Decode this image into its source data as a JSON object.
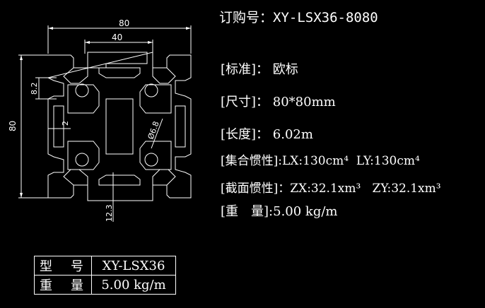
{
  "title": {
    "label": "订购号：",
    "code": "XY-LSX36-8080"
  },
  "specs": {
    "standard": {
      "label": "标准",
      "value": "欧标"
    },
    "size": {
      "label": "尺寸",
      "value": "80*80mm"
    },
    "length": {
      "label": "长度",
      "value": "6.02m"
    },
    "inertia": {
      "label": "集合惯性",
      "lx": "LX:130cm⁴",
      "ly": "LY:130cm⁴"
    },
    "section": {
      "label": "截面惯性",
      "zx": "ZX:32.1xm³",
      "zy": "ZY:32.1xm³"
    },
    "weight": {
      "label": "重　量",
      "value": "5.00 kg/m"
    }
  },
  "dimensions": {
    "width": "80",
    "slot_width": "40",
    "height": "80",
    "slot_depth": "8.2",
    "wall": "2",
    "hole": "Ø6.8",
    "slot_offset": "12.3"
  },
  "info_table": {
    "model_label": "型　号",
    "model_value": "XY-LSX36",
    "weight_label": "重　量",
    "weight_value": "5.00 kg/m"
  },
  "colors": {
    "background": "#000000",
    "lines": "#ffffff"
  }
}
